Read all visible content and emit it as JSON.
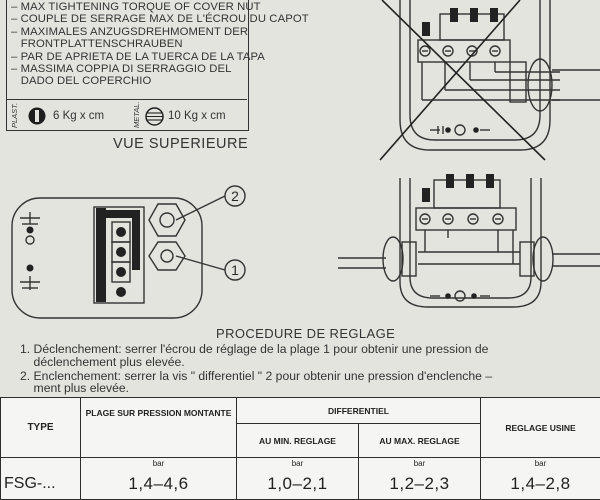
{
  "torque_box": {
    "lines": [
      "– MAX TIGHTENING TORQUE OF COVER NUT",
      "– COUPLE DE SERRAGE MAX DE L'ÉCROU DU CAPOT",
      "– MAXIMALES ANZUGSDREHMOMENT DER",
      "   FRONTPLATTENSCHRAUBEN",
      "– PAR DE APRIETA DE LA TUERCA DE LA TAPA",
      "– MASSIMA COPPIA DI SERRAGGIO DEL",
      "   DADO DEL COPERCHIO"
    ],
    "plastic": {
      "tag": "PLAST.",
      "value": "6 Kg x cm"
    },
    "metal": {
      "tag": "METAL.",
      "value": "10 Kg x cm"
    }
  },
  "view_caption": "VUE SUPERIEURE",
  "callouts": {
    "one": "1",
    "two": "2"
  },
  "procedure": {
    "title": "PROCEDURE DE REGLAGE",
    "steps": [
      "1. Déclenchement: serrer l'écrou de réglage de la plage 1 pour obtenir une pression de",
      "    déclenchement plus elevée.",
      "2. Enclenchement: serrer la vis \" differentiel \" 2 pour obtenir une pression d'enclenche –",
      "    ment plus elevée."
    ]
  },
  "table": {
    "headers": {
      "type": "TYPE",
      "range": "PLAGE SUR PRESSION MONTANTE",
      "differential": "DIFFERENTIEL",
      "min": "AU MIN. REGLAGE",
      "max": "AU MAX. REGLAGE",
      "factory": "REGLAGE USINE"
    },
    "unit": "bar",
    "row": {
      "type": "FSG-...",
      "range": "1,4–4,6",
      "min": "1,0–2,1",
      "max": "1,2–2,3",
      "factory": "1,4–2,8"
    }
  }
}
